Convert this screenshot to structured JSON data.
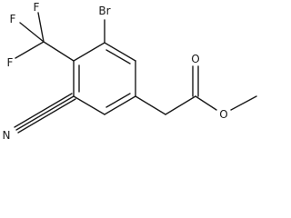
{
  "molecule": {
    "atoms": {
      "bromine": "Br",
      "fluorine_1": "F",
      "fluorine_2": "F",
      "fluorine_3": "F",
      "nitrile_nitrogen": "N",
      "carbonyl_oxygen": "O",
      "ester_oxygen": "O"
    }
  }
}
